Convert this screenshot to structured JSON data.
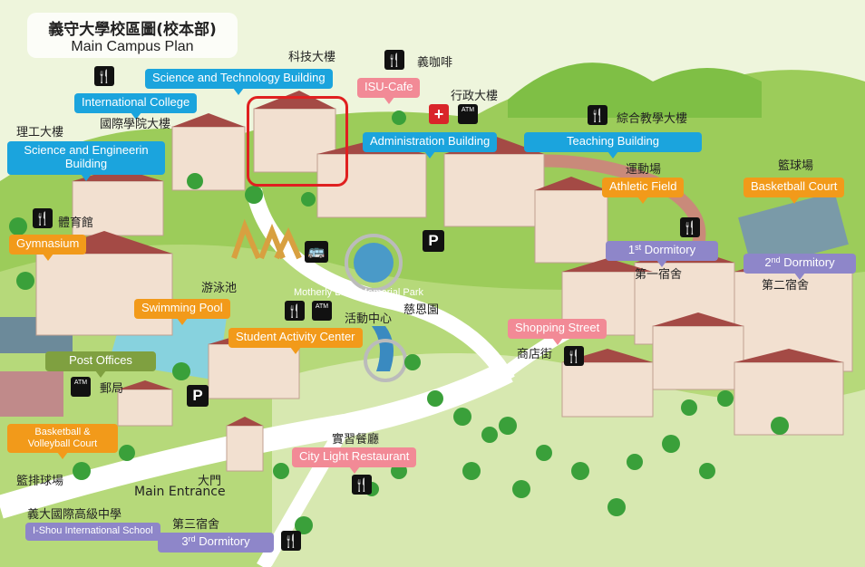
{
  "title": {
    "zh": "義守大學校區圖(校本部)",
    "en": "Main Campus Plan"
  },
  "labels": {
    "science_tech_zh": "科技大樓",
    "science_tech_en": "Science and Technology Building",
    "isu_cafe_zh": "義咖啡",
    "isu_cafe_en": "ISU-Cafe",
    "admin_zh": "行政大樓",
    "admin_en": "Administration  Building",
    "intl_college_en": "International College",
    "intl_college_zh": "國際學院大樓",
    "sci_eng_zh": "理工大樓",
    "sci_eng_en": "Science and Engineerin Building",
    "teaching_zh": "綜合教學大樓",
    "teaching_en": "Teaching Building",
    "athletic_zh": "運動場",
    "athletic_en": "Athletic Field",
    "basketball_zh": "籃球場",
    "basketball_en": "Basketball Court",
    "gym_zh": "體育館",
    "gym_en": "Gymnasium",
    "dorm1_num": "1",
    "dorm1_sup": "st",
    "dorm1_en": "Dormitory",
    "dorm1_zh": "第一宿舍",
    "dorm2_num": "2",
    "dorm2_sup": "nd",
    "dorm2_en": "Dormitory",
    "dorm2_zh": "第二宿舍",
    "pool_zh": "游泳池",
    "pool_en": "Swimming Pool",
    "memorial_en": "Motherly Love Memorial Park",
    "memorial_zh": "慈恩園",
    "activity_zh": "活動中心",
    "activity_en": "Student Activity Center",
    "shopping_en": "Shopping Street",
    "shopping_zh": "商店街",
    "post_en": "Post Offices",
    "post_zh": "郵局",
    "bv_court_en": "Basketball & Volleyball Court",
    "bv_court_zh": "籃排球場",
    "restaurant_zh": "實習餐廳",
    "restaurant_en": "City Light Restaurant",
    "gate_zh": "大門",
    "gate_en": "Main Entrance",
    "school_zh": "義大國際高級中學",
    "school_en": "I-Shou International School",
    "dorm3_zh": "第三宿舍",
    "dorm3_num": "3",
    "dorm3_sup": "rd",
    "dorm3_en": "Dormitory"
  },
  "icons": {
    "parking": "P",
    "atm_text": "ATM",
    "colors": {
      "blue": "#1ba4dd",
      "orange": "#f29a1a",
      "purple": "#8e86c9",
      "pink": "#f28a96",
      "olive": "#7fa040",
      "highlight": "#e02020"
    }
  }
}
